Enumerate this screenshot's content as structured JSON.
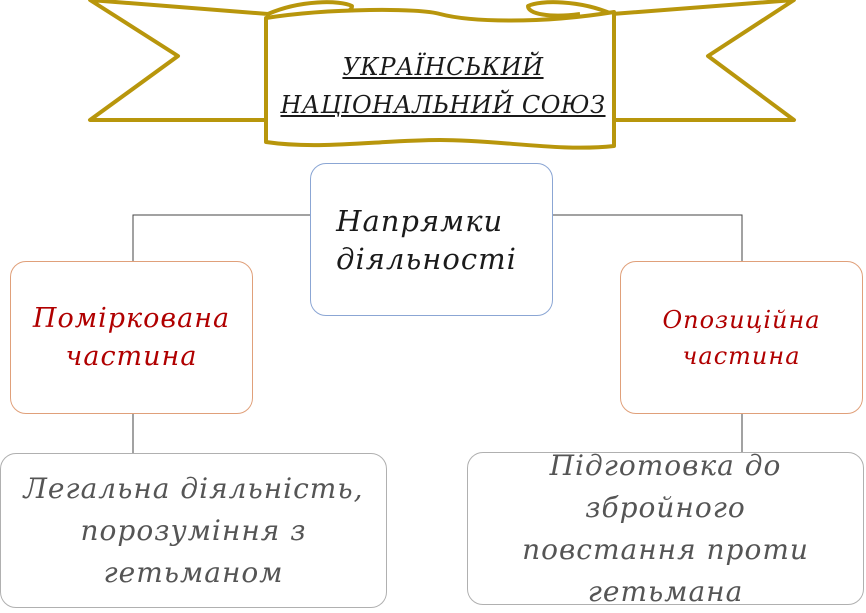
{
  "banner": {
    "title_line1": "УКРАЇНСЬКИЙ",
    "title_line2": "НАЦІОНАЛЬНИЙ СОЮЗ"
  },
  "root": {
    "line1": "Напрямки",
    "line2": "діяльності"
  },
  "left": {
    "line1": "Поміркована",
    "line2": "частина"
  },
  "right": {
    "line1": "Опозиційна",
    "line2": "частина"
  },
  "left_leaf": {
    "line1": "Легальна діяльність,",
    "line2": "порозуміння з",
    "line3": "гетьманом"
  },
  "right_leaf": {
    "line1": "Підготовка до збройного",
    "line2": "повстання проти",
    "line3": "гетьмана"
  },
  "colors": {
    "banner_stroke": "#b8960c",
    "root_border": "#8ba6d4",
    "branch_border": "#e0a07a",
    "branch_text": "#b00000",
    "leaf_border": "#b0b0b0",
    "leaf_text": "#555555",
    "connector": "#444444"
  }
}
